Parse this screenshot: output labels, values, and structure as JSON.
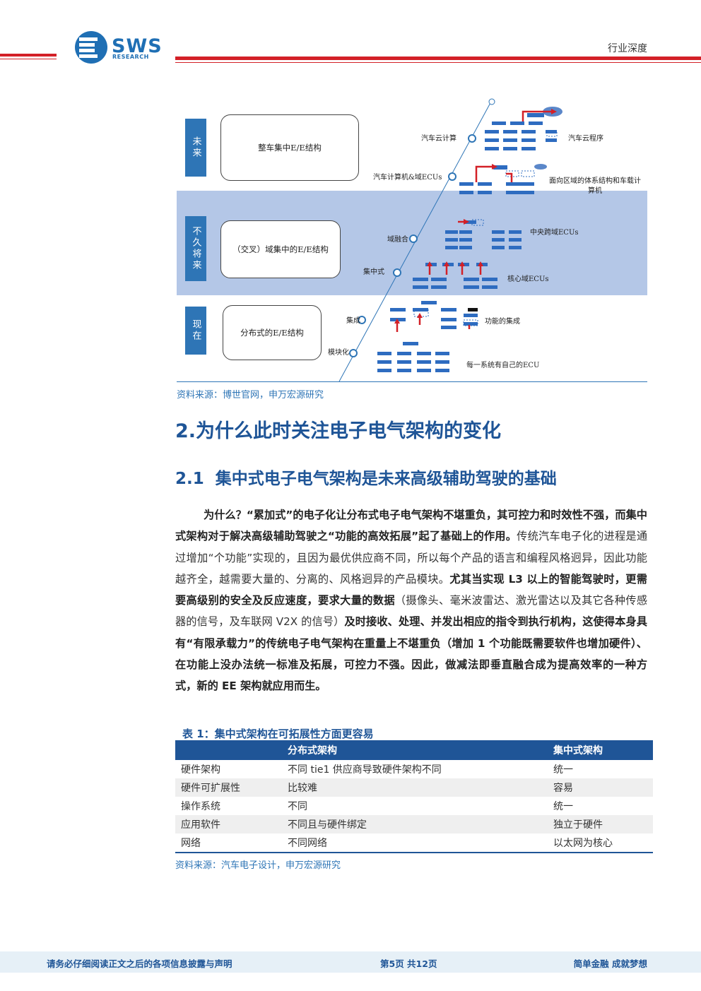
{
  "header": {
    "logo_text": "SWS",
    "logo_sub": "RESEARCH",
    "section_tag": "行业深度"
  },
  "figure": {
    "bands": [
      {
        "label": "未来",
        "box": "整车集中E/E结构"
      },
      {
        "label": "不久将来",
        "box": "（交叉）域集中的E/E结构"
      },
      {
        "label": "现在",
        "box": "分布式的E/E结构"
      }
    ],
    "stage_labels": {
      "cloud": "汽车云计算",
      "vehicle_computer": "汽车计算机&域ECUs",
      "domain_fusion": "域融合",
      "centralized": "集中式",
      "integration": "集成",
      "modular": "模块化"
    },
    "right_labels": {
      "cloud_program": "汽车云程序",
      "zone_architecture": "面向区域的体系结构和车载计算机",
      "cross_domain": "中央跨域ECUs",
      "core_domain": "核心域ECUs",
      "function_integration": "功能的集成",
      "each_system": "每一系统有自己的ECU"
    },
    "source": "资料来源：博世官网，申万宏源研究"
  },
  "section": {
    "h1": "2.为什么此时关注电子电气架构的变化",
    "h2_num": "2.1",
    "h2_text": "集中式电子电气架构是未来高级辅助驾驶的基础"
  },
  "paragraph": {
    "s1": "为什么？“累加式”的电子化让分布式电子电气架构不堪重负，其可控力和时效性不强，而集中式架构对于解决高级辅助驾驶之“功能的高效拓展”起了基础上的作用。",
    "s2": "传统汽车电子化的进程是通过增加“个功能”实现的，且因为最优供应商不同，所以每个产品的语言和编程风格迥异，因此功能越齐全，越需要大量的、分离的、风格迥异的产品模块。",
    "s3": "尤其当实现 L3 以上的智能驾驶时，更需要高级别的安全及反应速度，要求大量的数据",
    "s4": "（摄像头、毫米波雷达、激光雷达以及其它各种传感器的信号，及车联网 V2X 的信号）",
    "s5": "及时接收、处理、并发出相应的指令到执行机构，这使得本身具有“有限承载力”的传统电子电气架构在重量上不堪重负（增加 1 个功能既需要软件也增加硬件）、在功能上没办法统一标准及拓展，可控力不强。因此，做减法即垂直融合成为提高效率的一种方式，新的 EE 架构就应用而生。"
  },
  "table": {
    "title": "表 1：集中式架构在可拓展性方面更容易",
    "headers": [
      "",
      "分布式架构",
      "集中式架构"
    ],
    "rows": [
      [
        "硬件架构",
        "不同 tie1 供应商导致硬件架构不同",
        "统一"
      ],
      [
        "硬件可扩展性",
        "比较难",
        "容易"
      ],
      [
        "操作系统",
        "不同",
        "统一"
      ],
      [
        "应用软件",
        "不同且与硬件绑定",
        "独立于硬件"
      ],
      [
        "网络",
        "不同网络",
        "以太网为核心"
      ]
    ],
    "source": "资料来源：汽车电子设计，申万宏源研究"
  },
  "footer": {
    "left": "请务必仔细阅读正文之后的各项信息披露与声明",
    "center": "第5页 共12页",
    "right": "简单金融 成就梦想"
  },
  "colors": {
    "brand_blue": "#1f5597",
    "accent_red": "#d32027",
    "band_blue": "#b4c7e7",
    "label_blue": "#2e75b6"
  }
}
